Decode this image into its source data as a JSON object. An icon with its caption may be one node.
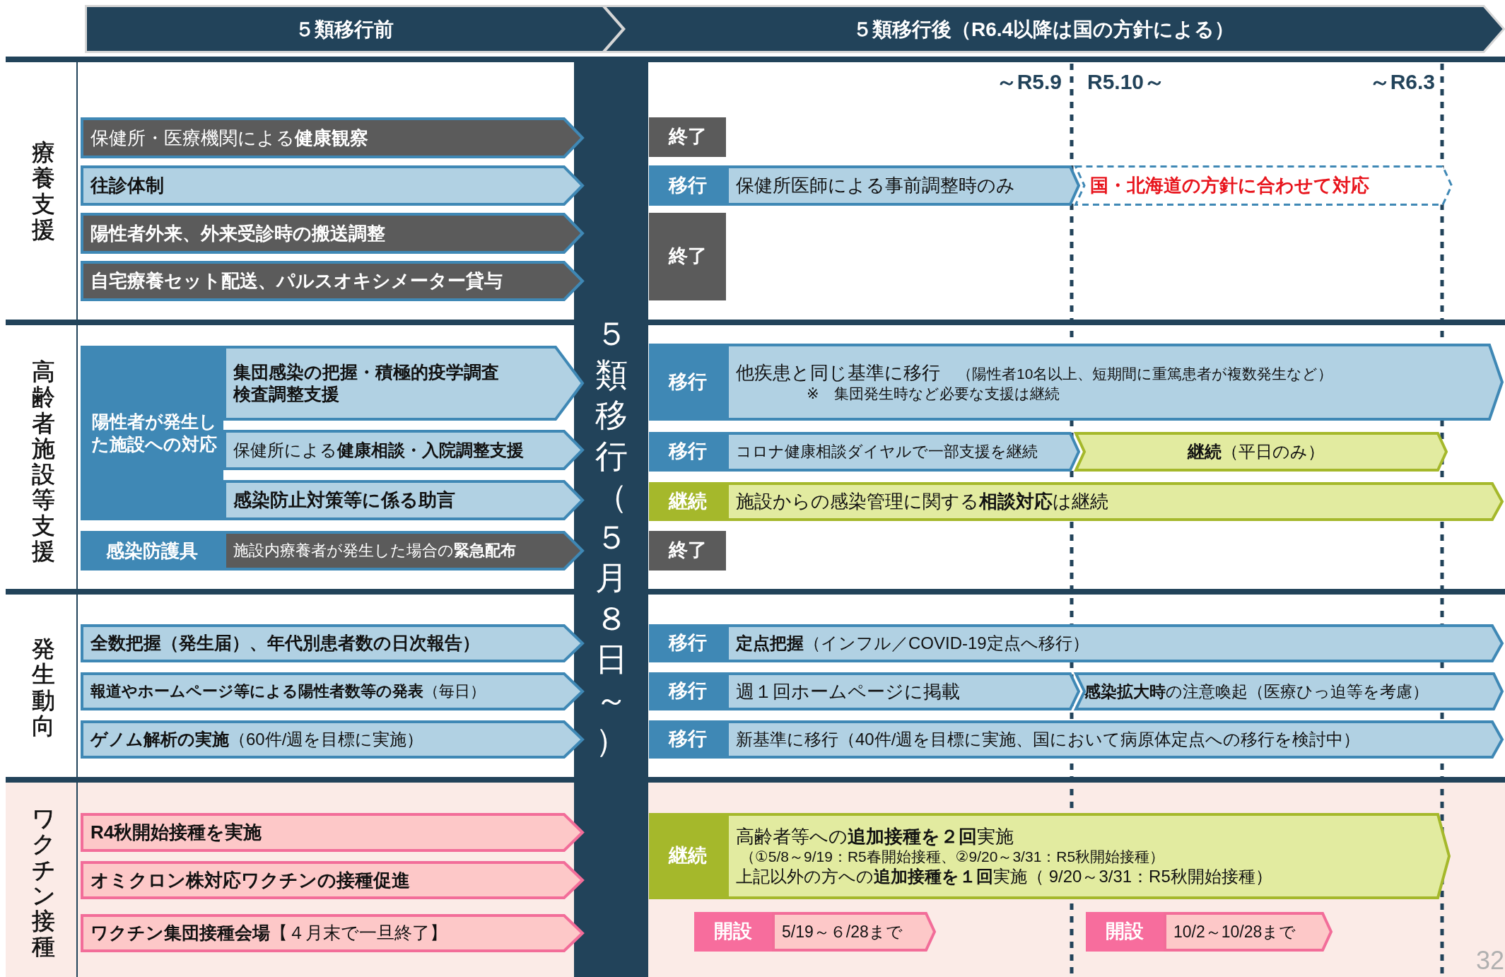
{
  "diagram": {
    "nodes": [
      {
        "text": [
          "５類移行前"
        ]
      },
      {
        "text": [
          "５類移行後（R6.4以降は国の方針による）"
        ]
      },
      {
        "text": [
          "保健所・医療機関による**健康観察**"
        ]
      },
      {
        "text": [
          "終了"
        ]
      },
      {
        "text": [
          "往診体制"
        ]
      },
      {
        "text": [
          "移行"
        ]
      },
      {
        "text": [
          "保健所医師による事前調整時のみ"
        ]
      },
      {
        "text": [
          "国・北海道の方針に合わせて対応"
        ]
      },
      {
        "text": [
          "陽性者外来、外来受診時の搬送調整"
        ]
      },
      {
        "text": [
          "自宅療養セット配送、パルスオキシメーター貸与"
        ]
      },
      {
        "text": [
          "終了"
        ]
      },
      {
        "text": [
          "陽性者が発生した施設への対応"
        ]
      },
      {
        "text": [
          "集団感染の把握・積極的疫学調査",
          "検査調整支援"
        ]
      },
      {
        "text": [
          "移行"
        ]
      },
      {
        "text": [
          "他疾患と同じ基準に移行",
          "（陽性者10名以上、短期間に重篤患者が複数発生など）",
          "※　集団発生時など必要な支援は継続"
        ]
      },
      {
        "text": [
          "保健所による**健康相談・入院調整支援**"
        ]
      },
      {
        "text": [
          "移行"
        ]
      },
      {
        "text": [
          "コロナ健康相談ダイヤルで一部支援を継続"
        ]
      },
      {
        "text": [
          "**継続**（平日のみ）"
        ]
      },
      {
        "text": [
          "感染防止対策等に係る助言"
        ]
      },
      {
        "text": [
          "継続"
        ]
      },
      {
        "text": [
          "施設からの感染管理に関する**相談対応**は継続"
        ]
      },
      {
        "text": [
          "感染防護具"
        ]
      },
      {
        "text": [
          "施設内療養者が発生した場合の**緊急配布**"
        ]
      },
      {
        "text": [
          "終了"
        ]
      },
      {
        "text": [
          "全数把握（発生届）、年代別患者数の日次報告）"
        ]
      },
      {
        "text": [
          "移行"
        ]
      },
      {
        "text": [
          "**定点把握**（インフル／COVID-19定点へ移行）"
        ]
      },
      {
        "text": [
          "**報道やホームページ等による陽性者数等の発表**（毎日）"
        ]
      },
      {
        "text": [
          "移行"
        ]
      },
      {
        "text": [
          "週１回ホームページに掲載"
        ]
      },
      {
        "text": [
          "**感染拡大時**の注意喚起（医療ひっ迫等を考慮）"
        ]
      },
      {
        "text": [
          "**ゲノム解析の実施**（60件/週を目標に実施）"
        ]
      },
      {
        "text": [
          "移行"
        ]
      },
      {
        "text": [
          "新基準に移行（40件/週を目標に実施、国において病原体定点への移行を検討中）"
        ]
      },
      {
        "text": [
          "R4秋開始接種を実施"
        ]
      },
      {
        "text": [
          "継続"
        ]
      },
      {
        "text": [
          "高齢者等への**追加接種を２回**実施",
          "（①5/8～9/19：R5春開始接種、②9/20～3/31：R5秋開始接種）",
          "上記以外の方への**追加接種を１回**実施（ 9/20～3/31：R5秋開始接種）"
        ]
      },
      {
        "text": [
          "オミクロン株対応ワクチンの接種促進"
        ]
      },
      {
        "text": [
          "**ワクチン集団接種会場**【４月末で一旦終了】"
        ]
      },
      {
        "text": [
          "開設"
        ]
      },
      {
        "text": [
          "5/19～６/28まで"
        ]
      },
      {
        "text": [
          "開設"
        ]
      },
      {
        "text": [
          "10/2～10/28まで"
        ]
      },
      {
        "text": [
          "５類移行（５月８日～）"
        ]
      }
    ],
    "labels": [
      "療養支援",
      "高齢者施設等支援",
      "発生動向",
      "ワクチン接種",
      "～R5.9",
      "R5.10～",
      "～R6.3",
      "32"
    ]
  }
}
